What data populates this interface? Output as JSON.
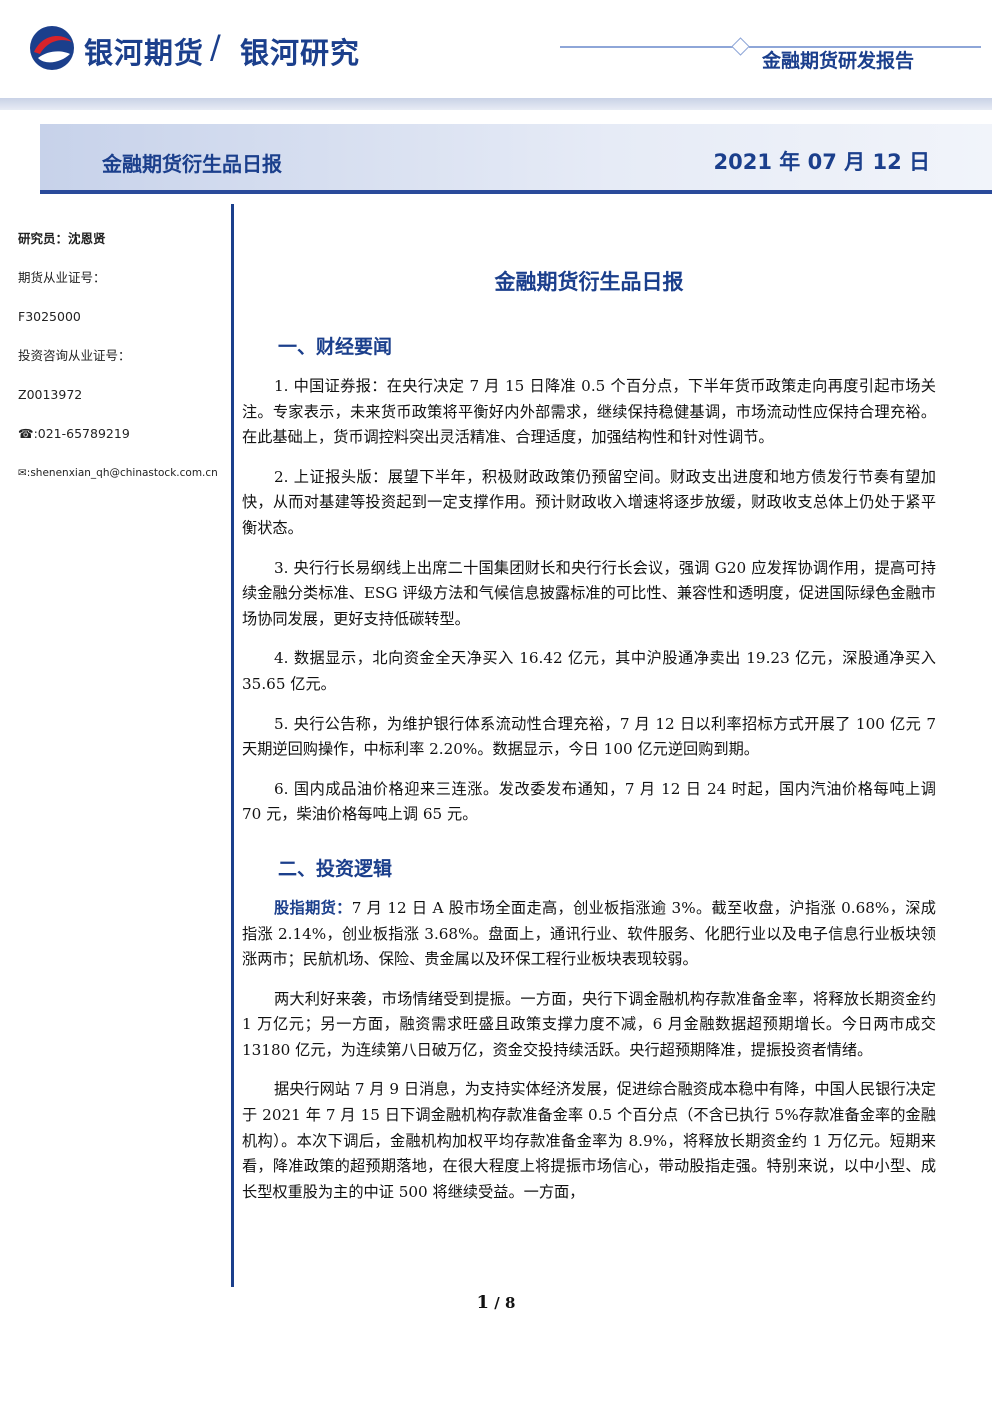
{
  "header": {
    "brand_primary": "银河期货",
    "brand_separator": "/",
    "brand_secondary": "银河研究",
    "report_type": "金融期货研发报告"
  },
  "title_band": {
    "title": "金融期货衍生品日报",
    "date": "2021 年 07 月 12 日"
  },
  "sidebar": {
    "researcher": "研究员：沈恩贤",
    "license_label": "期货从业证号：",
    "license_no": "F3025000",
    "consult_label": "投资咨询从业证号：",
    "consult_no": "Z0013972",
    "phone": "☎:021-65789219",
    "email": "✉:shenenxian_qh@chinastock.com.cn"
  },
  "main": {
    "doc_title": "金融期货衍生品日报",
    "section1_title": "一、财经要闻",
    "news": [
      "1. 中国证券报：在央行决定 7 月 15 日降准 0.5 个百分点，下半年货币政策走向再度引起市场关注。专家表示，未来货币政策将平衡好内外部需求，继续保持稳健基调，市场流动性应保持合理充裕。在此基础上，货币调控料突出灵活精准、合理适度，加强结构性和针对性调节。",
      "2. 上证报头版：展望下半年，积极财政政策仍预留空间。财政支出进度和地方债发行节奏有望加快，从而对基建等投资起到一定支撑作用。预计财政收入增速将逐步放缓，财政收支总体上仍处于紧平衡状态。",
      "3. 央行行长易纲线上出席二十国集团财长和央行行长会议，强调 G20 应发挥协调作用，提高可持续金融分类标准、ESG 评级方法和气候信息披露标准的可比性、兼容性和透明度，促进国际绿色金融市场协同发展，更好支持低碳转型。",
      "4. 数据显示，北向资金全天净买入 16.42 亿元，其中沪股通净卖出 19.23 亿元，深股通净买入 35.65 亿元。",
      "5. 央行公告称，为维护银行体系流动性合理充裕，7 月 12 日以利率招标方式开展了 100 亿元 7 天期逆回购操作，中标利率 2.20%。数据显示，今日 100 亿元逆回购到期。",
      "6. 国内成品油价格迎来三连涨。发改委发布通知，7 月 12 日 24 时起，国内汽油价格每吨上调 70 元，柴油价格每吨上调 65 元。"
    ],
    "section2_title": "二、投资逻辑",
    "logic_lead": "股指期货：",
    "logic_p1": "7 月 12 日 A 股市场全面走高，创业板指涨逾 3%。截至收盘，沪指涨 0.68%，深成指涨 2.14%，创业板指涨 3.68%。盘面上，通讯行业、软件服务、化肥行业以及电子信息行业板块领涨两市；民航机场、保险、贵金属以及环保工程行业板块表现较弱。",
    "logic_p2": "两大利好来袭，市场情绪受到提振。一方面，央行下调金融机构存款准备金率，将释放长期资金约 1 万亿元；另一方面，融资需求旺盛且政策支撑力度不减，6 月金融数据超预期增长。今日两市成交 13180 亿元，为连续第八日破万亿，资金交投持续活跃。央行超预期降准，提振投资者情绪。",
    "logic_p3": "据央行网站 7 月 9 日消息，为支持实体经济发展，促进综合融资成本稳中有降，中国人民银行决定于 2021 年 7 月 15 日下调金融机构存款准备金率 0.5 个百分点（不含已执行 5%存款准备金率的金融机构）。本次下调后，金融机构加权平均存款准备金率为 8.9%，将释放长期资金约 1 万亿元。短期来看，降准政策的超预期落地，在很大程度上将提振市场信心，带动股指走强。特别来说，以中小型、成长型权重股为主的中证 500 将继续受益。一方面，"
  },
  "footer": {
    "page_current": "1",
    "page_sep": " / ",
    "page_total": "8"
  },
  "colors": {
    "brand_blue": "#1b3f8c",
    "logo_red": "#d8232a"
  }
}
